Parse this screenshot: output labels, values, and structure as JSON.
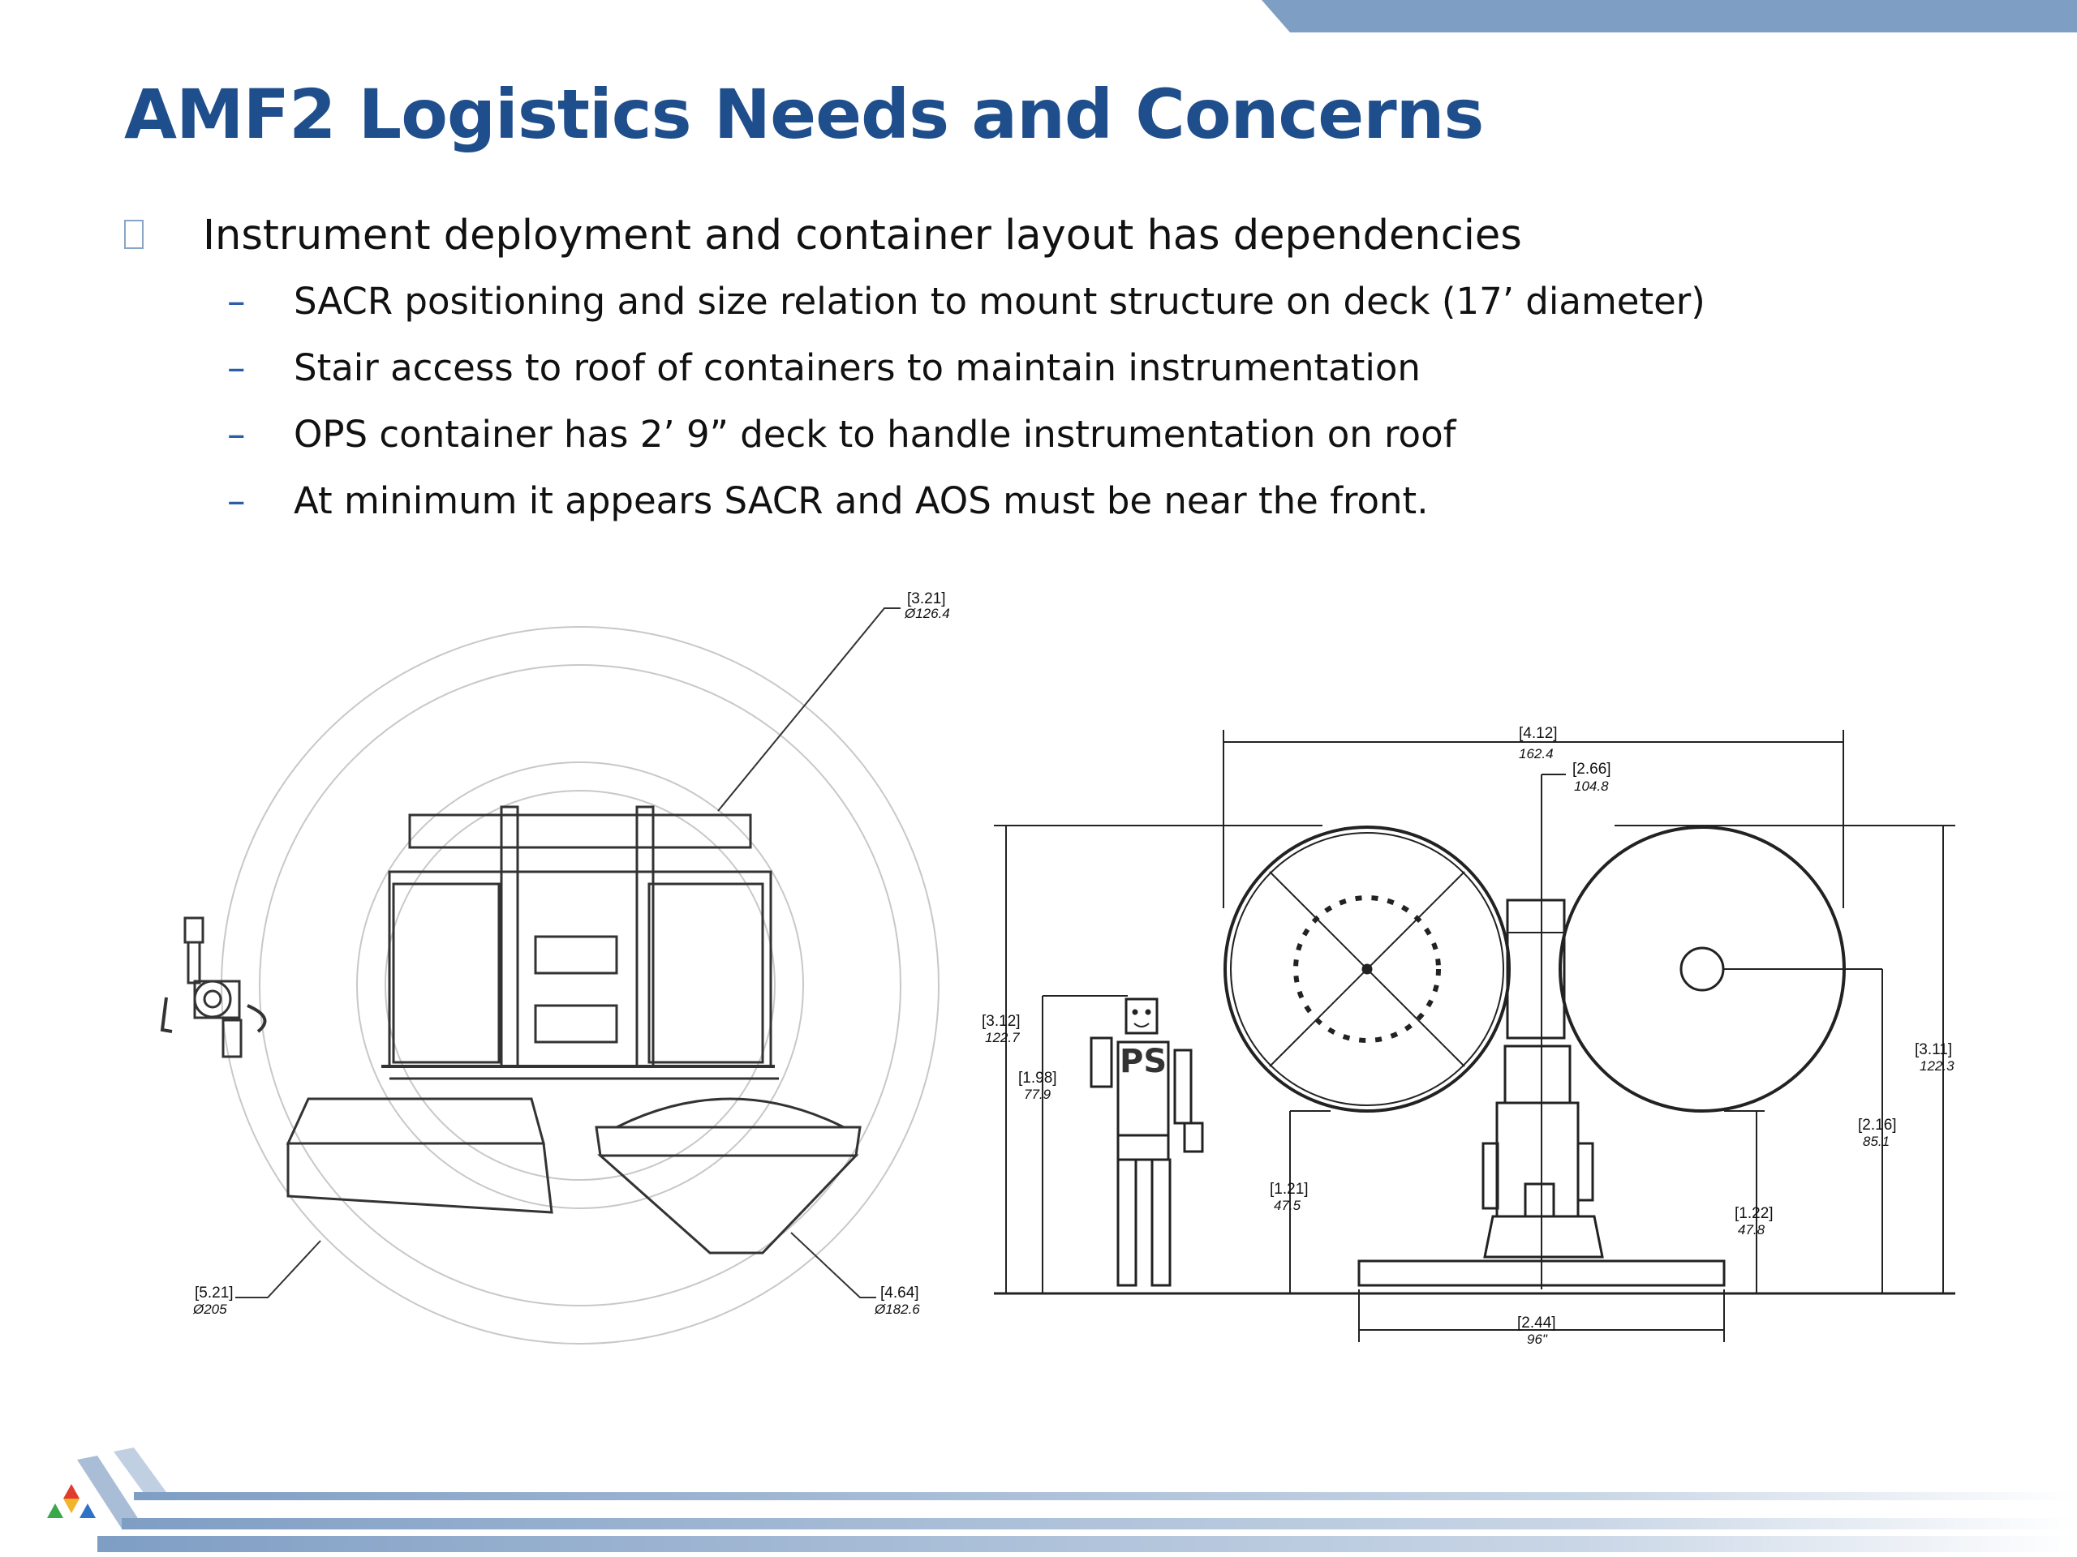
{
  "slide": {
    "title": "AMF2 Logistics Needs and Concerns",
    "bullet": "Instrument deployment and container layout has dependencies",
    "sub_bullets": [
      "SACR positioning and size relation to mount structure on deck (17’ diameter)",
      "Stair access to roof of containers to maintain instrumentation",
      "OPS container has 2’ 9” deck to handle instrumentation on roof",
      "At minimum it appears SACR and AOS must be near the front."
    ]
  },
  "top_view_dims": {
    "d1_a": "[3.21]",
    "d1_b": "Ø126.4",
    "d2_a": "[5.21]",
    "d2_b": "Ø205",
    "d3_a": "[4.64]",
    "d3_b": "Ø182.6"
  },
  "side_view_dims": {
    "w_a": "[4.12]",
    "w_b": "162.4",
    "c_a": "[2.66]",
    "c_b": "104.8",
    "h1_a": "[3.12]",
    "h1_b": "122.7",
    "p_a": "[1.98]",
    "p_b": "77.9",
    "l_a": "[1.21]",
    "l_b": "47.5",
    "r1_a": "[1.22]",
    "r1_b": "47.8",
    "r2_a": "[2.16]",
    "r2_b": "85.1",
    "r3_a": "[3.11]",
    "r3_b": "122.3",
    "base_a": "[2.44]",
    "base_b": "96\"",
    "person_label": "PS"
  },
  "colors": {
    "title": "#1f4e8c",
    "accent": "#7f9ec4",
    "dash": "#2b5ea7"
  }
}
